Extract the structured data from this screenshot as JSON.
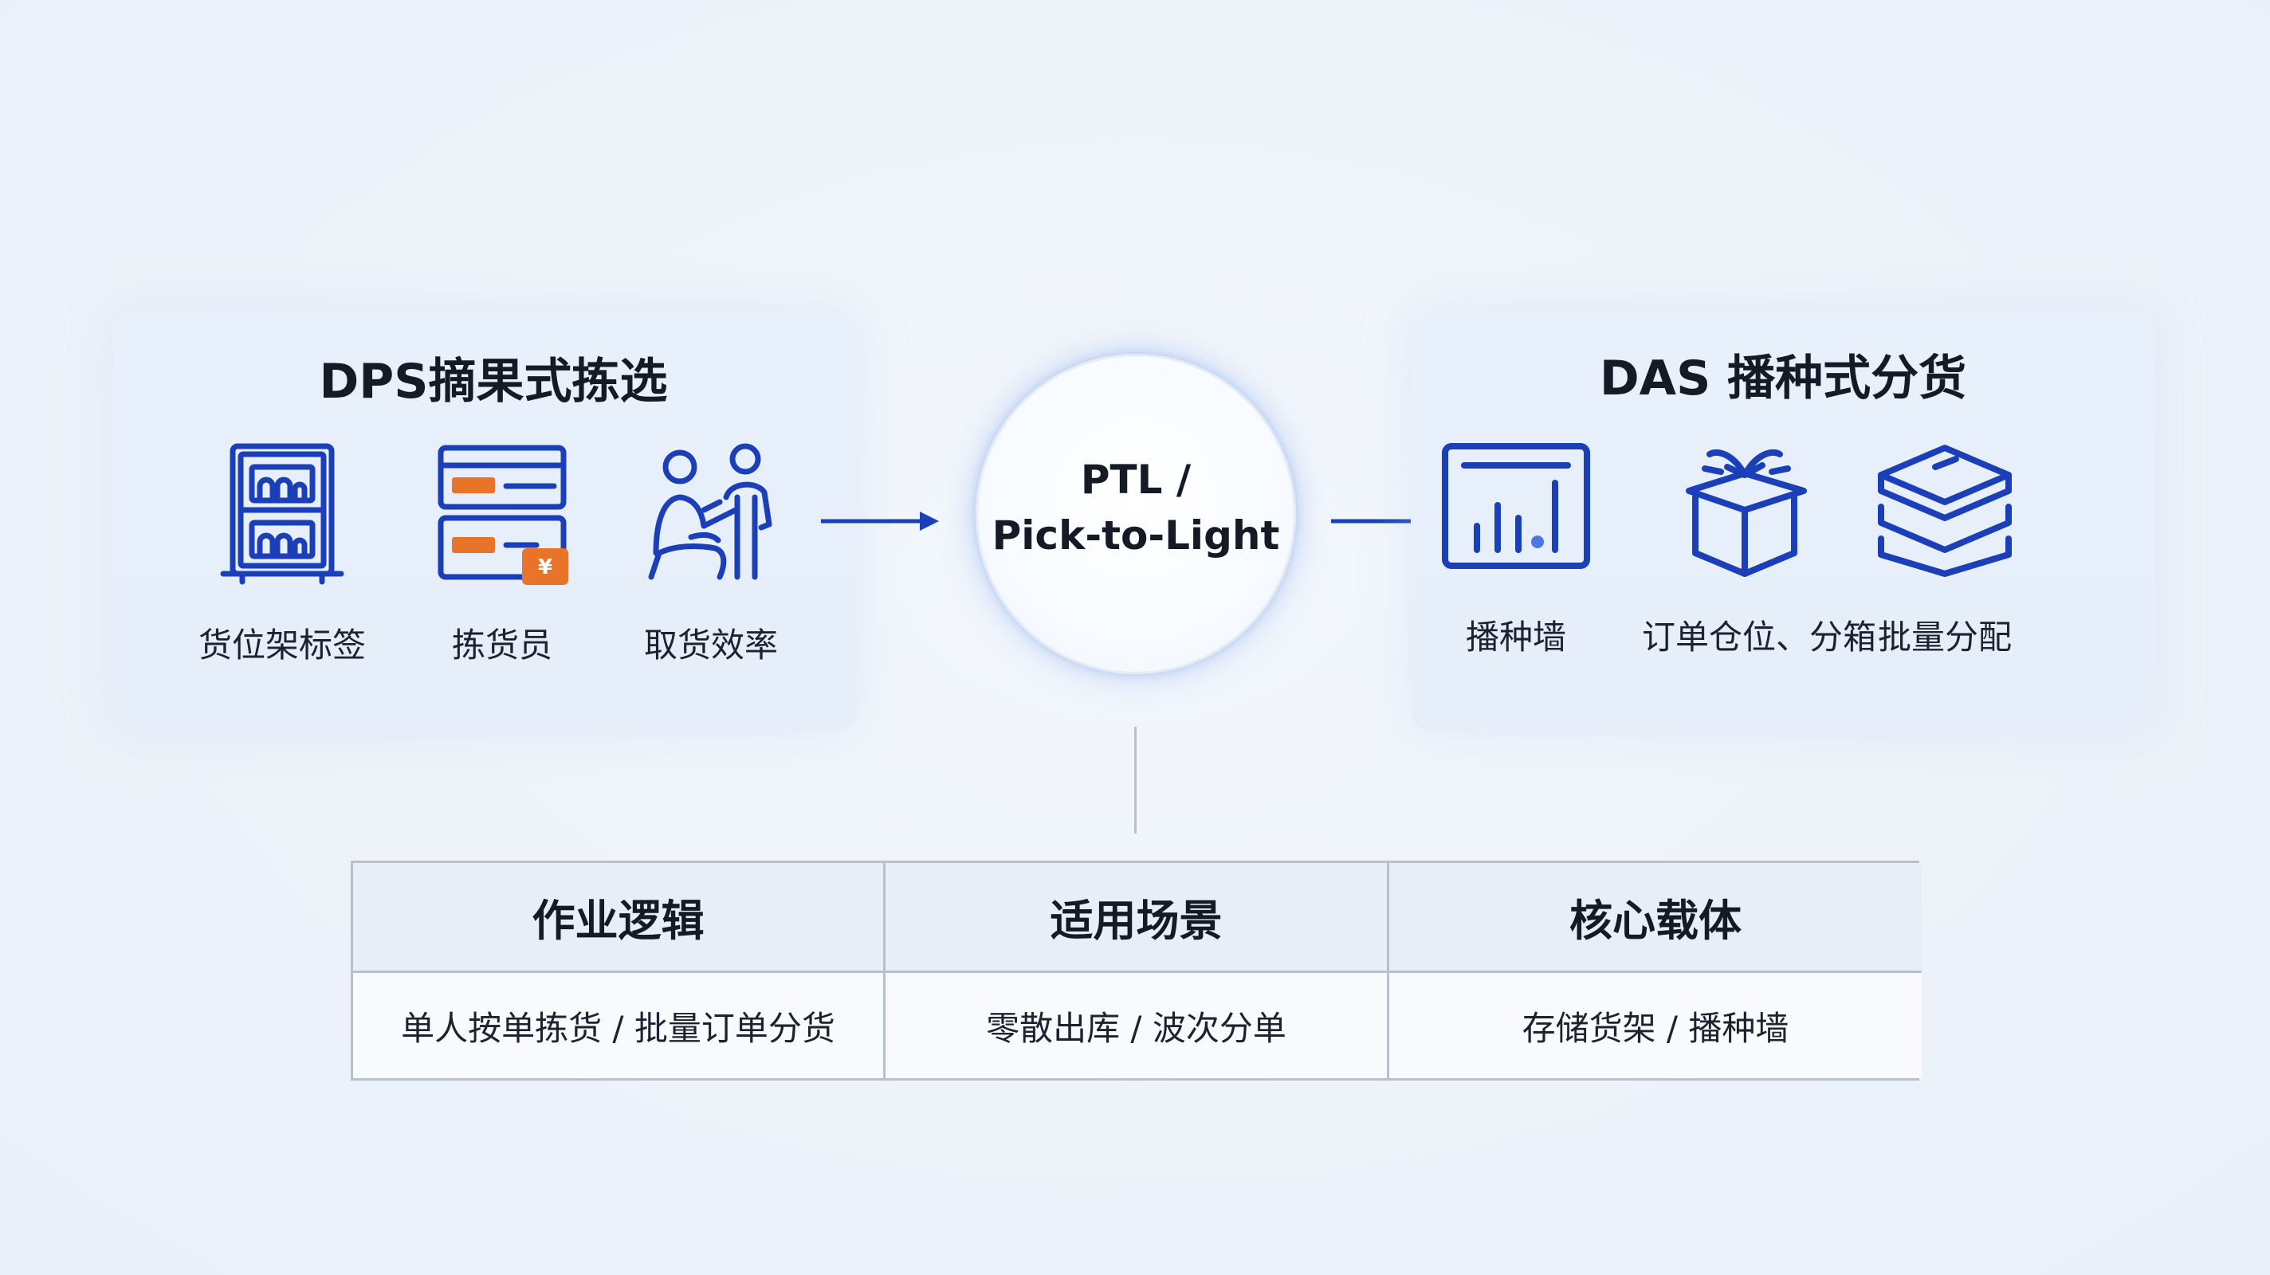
{
  "dps": {
    "title": "DPS摘果式拣选",
    "items": [
      {
        "label": "货位架标签",
        "icon": "shelf-label-icon"
      },
      {
        "label": "拣货员",
        "icon": "picker-tray-icon"
      },
      {
        "label": "取货效率",
        "icon": "people-efficiency-icon"
      }
    ]
  },
  "center": {
    "line1": "PTL /",
    "line2": "Pick-to-Light"
  },
  "das": {
    "title": "DAS 播种式分货",
    "items": [
      {
        "label": "播种墙",
        "icon": "bar-chart-board-icon"
      },
      {
        "label": "订单仓位、分箱",
        "icon": "gift-box-icon"
      },
      {
        "label": "批量分配",
        "icon": "layers-stack-icon"
      }
    ]
  },
  "table": {
    "headers": [
      "作业逻辑",
      "适用场景",
      "核心载体"
    ],
    "values": [
      "单人按单拣货 / 批量订单分货",
      "零散出库 / 波次分单",
      "存储货架 / 播种墙"
    ]
  },
  "colors": {
    "icon_blue": "#1a3fb8",
    "icon_orange": "#e8742a",
    "arrow_blue": "#1a3fb8"
  }
}
